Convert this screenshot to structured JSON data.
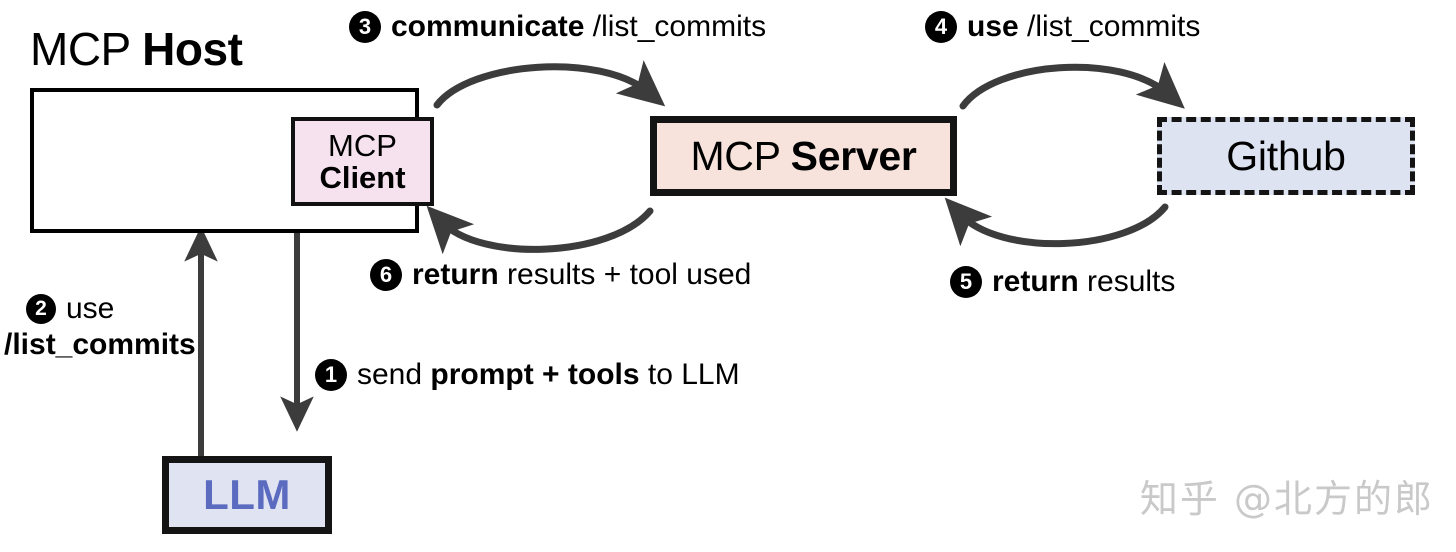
{
  "diagram": {
    "title": "MCP Host / MCP Server / Github interaction flow",
    "colors": {
      "client_fill": "#f5e2ee",
      "server_fill": "#f7e3dc",
      "github_fill": "#dde3f0",
      "llm_fill": "#dfe3f2",
      "llm_text": "#5b6bc0",
      "arrow": "#3c3c3c",
      "stroke": "#141414",
      "watermark": "#c9c9c9"
    }
  },
  "nodes": {
    "host": {
      "title_light": "MCP",
      "title_bold": "Host"
    },
    "client": {
      "line1": "MCP",
      "line2": "Client"
    },
    "server": {
      "light": "MCP",
      "bold": "Server"
    },
    "github": {
      "label": "Github"
    },
    "llm": {
      "label": "LLM"
    }
  },
  "steps": [
    {
      "number": "1",
      "parts": [
        {
          "t": "send ",
          "w": "light"
        },
        {
          "t": "prompt + tools",
          "w": "bold"
        },
        {
          "t": " to LLM",
          "w": "light"
        }
      ],
      "plain": "send prompt + tools to LLM"
    },
    {
      "number": "2",
      "parts": [
        {
          "t": "use",
          "w": "light"
        },
        {
          "t": "/list_commits",
          "w": "bold"
        }
      ],
      "plain": "use /list_commits"
    },
    {
      "number": "3",
      "parts": [
        {
          "t": "communicate ",
          "w": "bold"
        },
        {
          "t": "/list_commits",
          "w": "light"
        }
      ],
      "plain": "communicate /list_commits"
    },
    {
      "number": "4",
      "parts": [
        {
          "t": "use ",
          "w": "bold"
        },
        {
          "t": "/list_commits",
          "w": "light"
        }
      ],
      "plain": "use /list_commits"
    },
    {
      "number": "5",
      "parts": [
        {
          "t": "return ",
          "w": "bold"
        },
        {
          "t": "results",
          "w": "light"
        }
      ],
      "plain": "return results"
    },
    {
      "number": "6",
      "parts": [
        {
          "t": "return ",
          "w": "bold"
        },
        {
          "t": "results + tool used",
          "w": "light"
        }
      ],
      "plain": "return results + tool used"
    }
  ],
  "step_text": {
    "s1_send": "send ",
    "s1_bold": "prompt + tools",
    "s1_tail": " to LLM",
    "s2_use": "use",
    "s2_path": "/list_commits",
    "s3_bold": "communicate ",
    "s3_path": "/list_commits",
    "s4_bold": "use ",
    "s4_path": "/list_commits",
    "s5_bold": "return ",
    "s5_tail": "results",
    "s6_bold": "return ",
    "s6_tail": "results + tool used"
  },
  "badges": {
    "one": "1",
    "two": "2",
    "three": "3",
    "four": "4",
    "five": "5",
    "six": "6"
  },
  "watermark": {
    "text": "知乎 @北方的郎"
  }
}
